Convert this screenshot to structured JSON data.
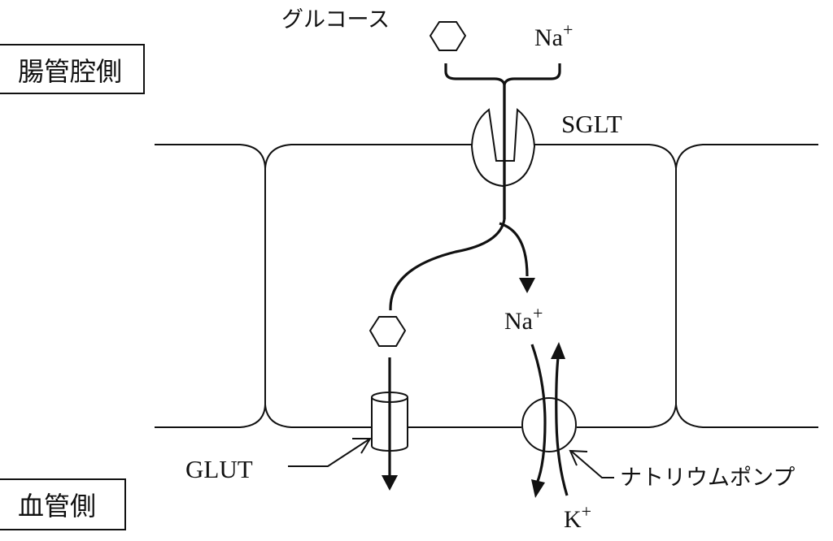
{
  "labels": {
    "lumen_side": "腸管腔側",
    "blood_side": "血管側",
    "glucose": "グルコース",
    "na_top": "Na",
    "na_top_sup": "+",
    "sglt": "SGLT",
    "na_mid": "Na",
    "na_mid_sup": "+",
    "glut": "GLUT",
    "sodium_pump": "ナトリウムポンプ",
    "k": "K",
    "k_sup": "+"
  }
}
